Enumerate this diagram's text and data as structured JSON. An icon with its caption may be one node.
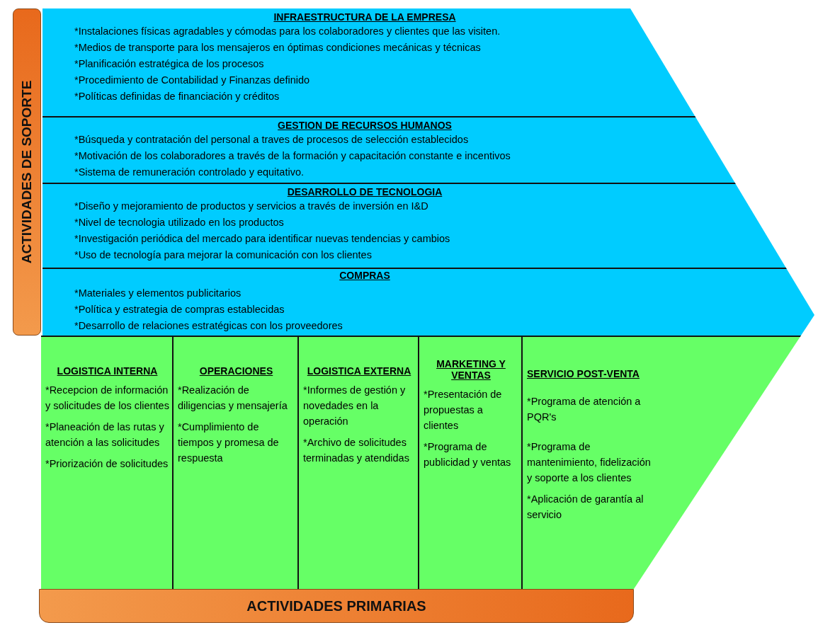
{
  "diagram": {
    "nodes": [
      {
        "text": [
          "ACTIVIDADES DE SOPORTE"
        ]
      },
      {
        "text": [
          "INFRAESTRUCTURA DE LA EMPRESA",
          "*Instalaciones físicas agradables y cómodas para los colaboradores y clientes que las visiten.",
          "*Medios de transporte para los mensajeros en óptimas condiciones mecánicas y técnicas",
          "*Planificación estratégica de los procesos",
          "*Procedimiento de Contabilidad y Finanzas definido",
          "*Políticas definidas de financiación y créditos"
        ]
      },
      {
        "text": [
          "GESTION DE RECURSOS HUMANOS",
          "*Búsqueda y contratación del personal a traves de procesos de selección establecidos",
          "*Motivación de los colaboradores a través de la formación y capacitación constante e incentivos",
          "*Sistema de remuneración controlado y equitativo."
        ]
      },
      {
        "text": [
          "DESARROLLO DE TECNOLOGIA",
          "*Diseño y mejoramiento de productos y servicios a través de inversión en I&D",
          "*Nivel de tecnologia utilizado en los productos",
          "*Investigación periódica del mercado para identificar nuevas tendencias y cambios",
          "*Uso de tecnología para mejorar la comunicación con los clientes"
        ]
      },
      {
        "text": [
          "COMPRAS",
          "*Materiales y elementos publicitarios",
          "*Política y estrategia de compras establecidas",
          "*Desarrollo de relaciones estratégicas con los proveedores"
        ]
      },
      {
        "text": [
          "LOGISTICA INTERNA",
          "*Recepcion de información y solicitudes de los clientes",
          "*Planeación de las rutas y atención a las solicitudes",
          "*Priorización de solicitudes"
        ]
      },
      {
        "text": [
          "OPERACIONES",
          "*Realización de diligencias y mensajería",
          "*Cumplimiento de tiempos y promesa de respuesta"
        ]
      },
      {
        "text": [
          "LOGISTICA EXTERNA",
          "*Informes de gestión y novedades en la operación",
          "*Archivo de solicitudes terminadas y atendidas"
        ]
      },
      {
        "text": [
          "MARKETING Y VENTAS",
          "*Presentación de propuestas a clientes",
          "*Programa de publicidad y ventas"
        ]
      },
      {
        "text": [
          "SERVICIO POST-VENTA",
          "*Programa de atención a PQR's",
          "*Programa de mantenimiento, fidelización y soporte a los clientes",
          "*Aplicación de garantía al servicio"
        ]
      },
      {
        "text": [
          "ACTIVIDADES PRIMARIAS"
        ]
      }
    ]
  }
}
